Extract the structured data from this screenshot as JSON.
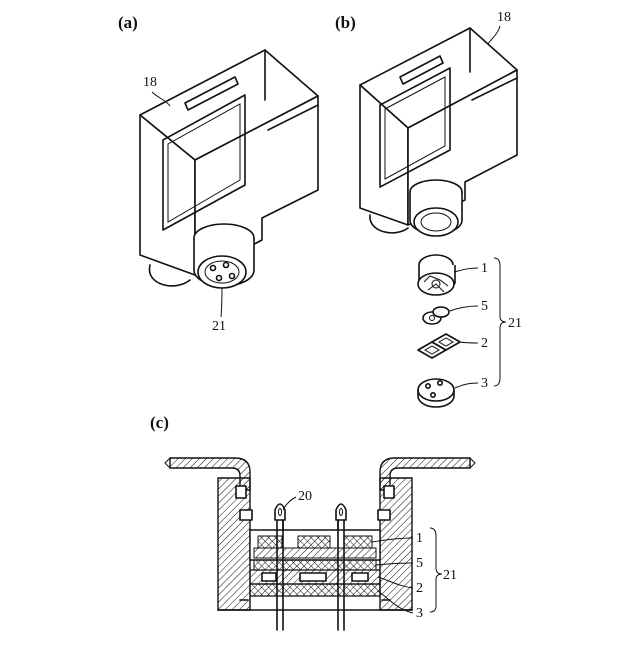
{
  "panels": {
    "a": {
      "label": "(a)",
      "refs": {
        "housing": "18",
        "connector": "21"
      }
    },
    "b": {
      "label": "(b)",
      "refs": {
        "housing": "18",
        "part1": "1",
        "part5": "5",
        "part2": "2",
        "part3": "3",
        "assembly": "21"
      }
    },
    "c": {
      "label": "(c)",
      "refs": {
        "pins": "20",
        "part1": "1",
        "part5": "5",
        "part2": "2",
        "part3": "3",
        "assembly": "21"
      }
    }
  }
}
